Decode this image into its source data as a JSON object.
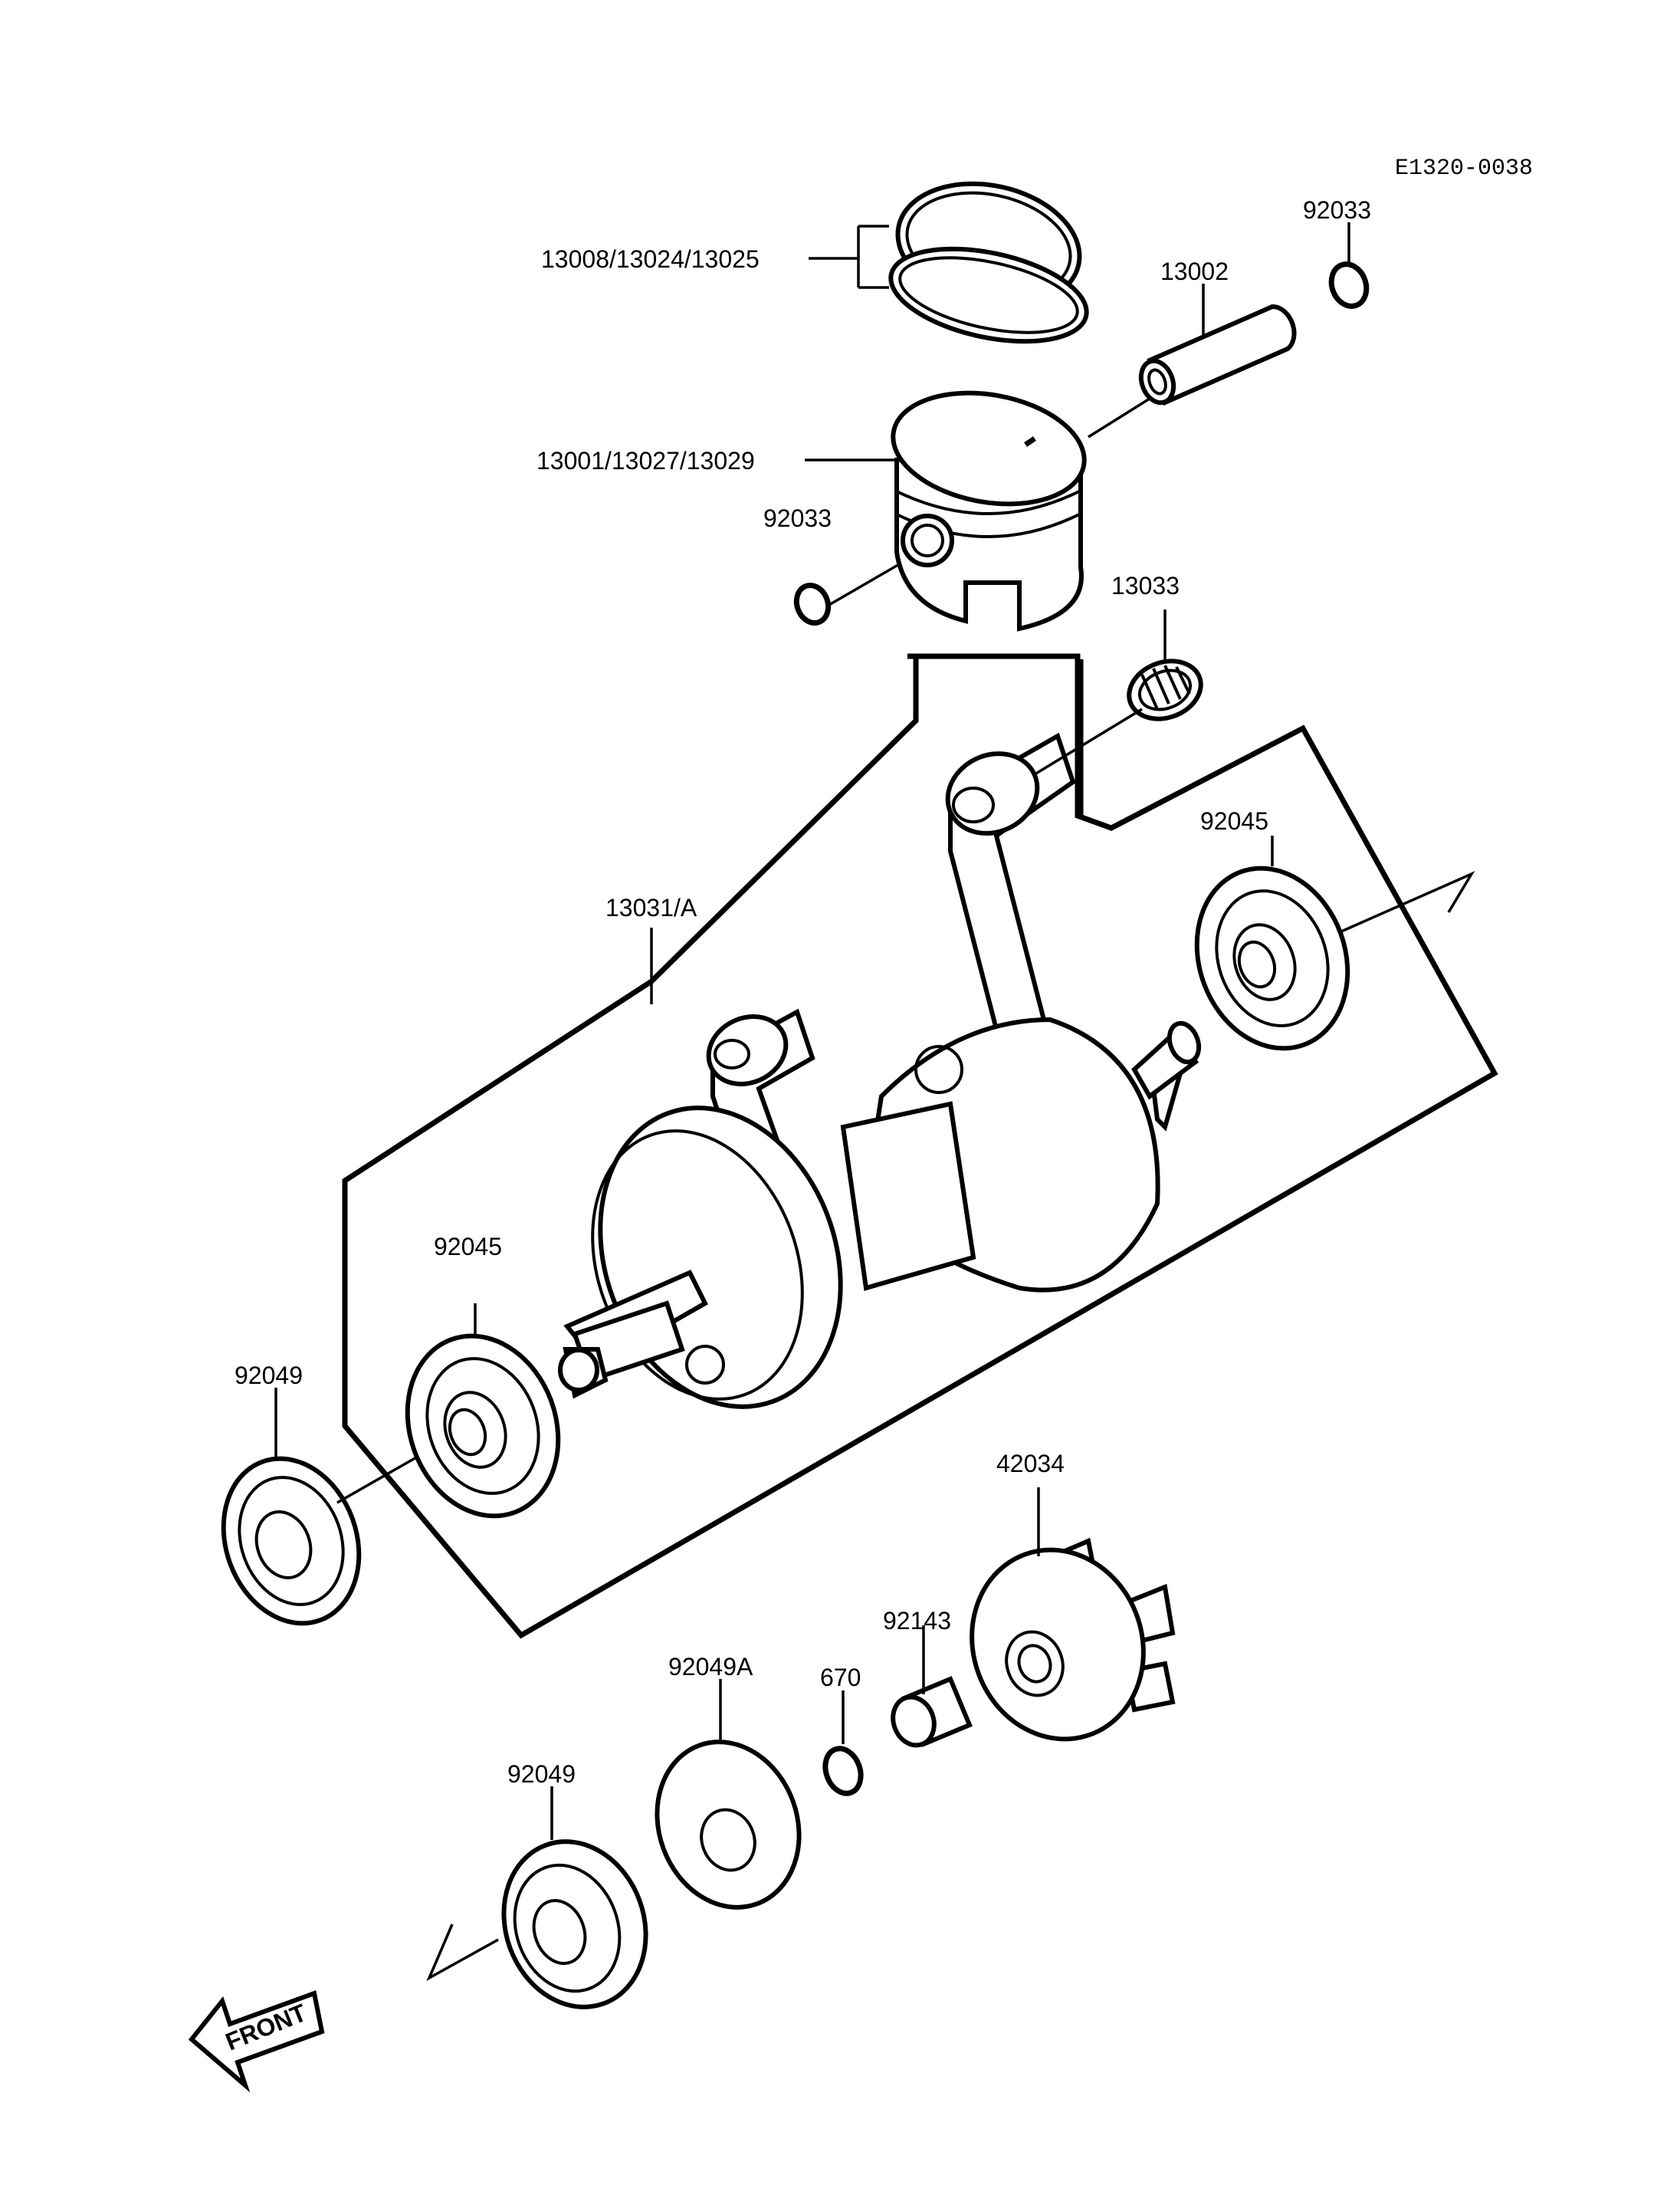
{
  "diagram_code": "E1320-0038",
  "labels": {
    "rings": "13008/13024/13025",
    "snap_ring_top": "92033",
    "piston_pin": "13002",
    "piston": "13001/13027/13029",
    "snap_ring_left": "92033",
    "needle_bearing": "13033",
    "crankshaft_assy": "13031/A",
    "bearing_right": "92045",
    "bearing_left": "92045",
    "oil_seal_left": "92049",
    "impeller": "42034",
    "collar": "92143",
    "oring": "670",
    "seal_washer": "92049A",
    "oil_seal_bottom": "92049"
  },
  "front_arrow": "FRONT"
}
